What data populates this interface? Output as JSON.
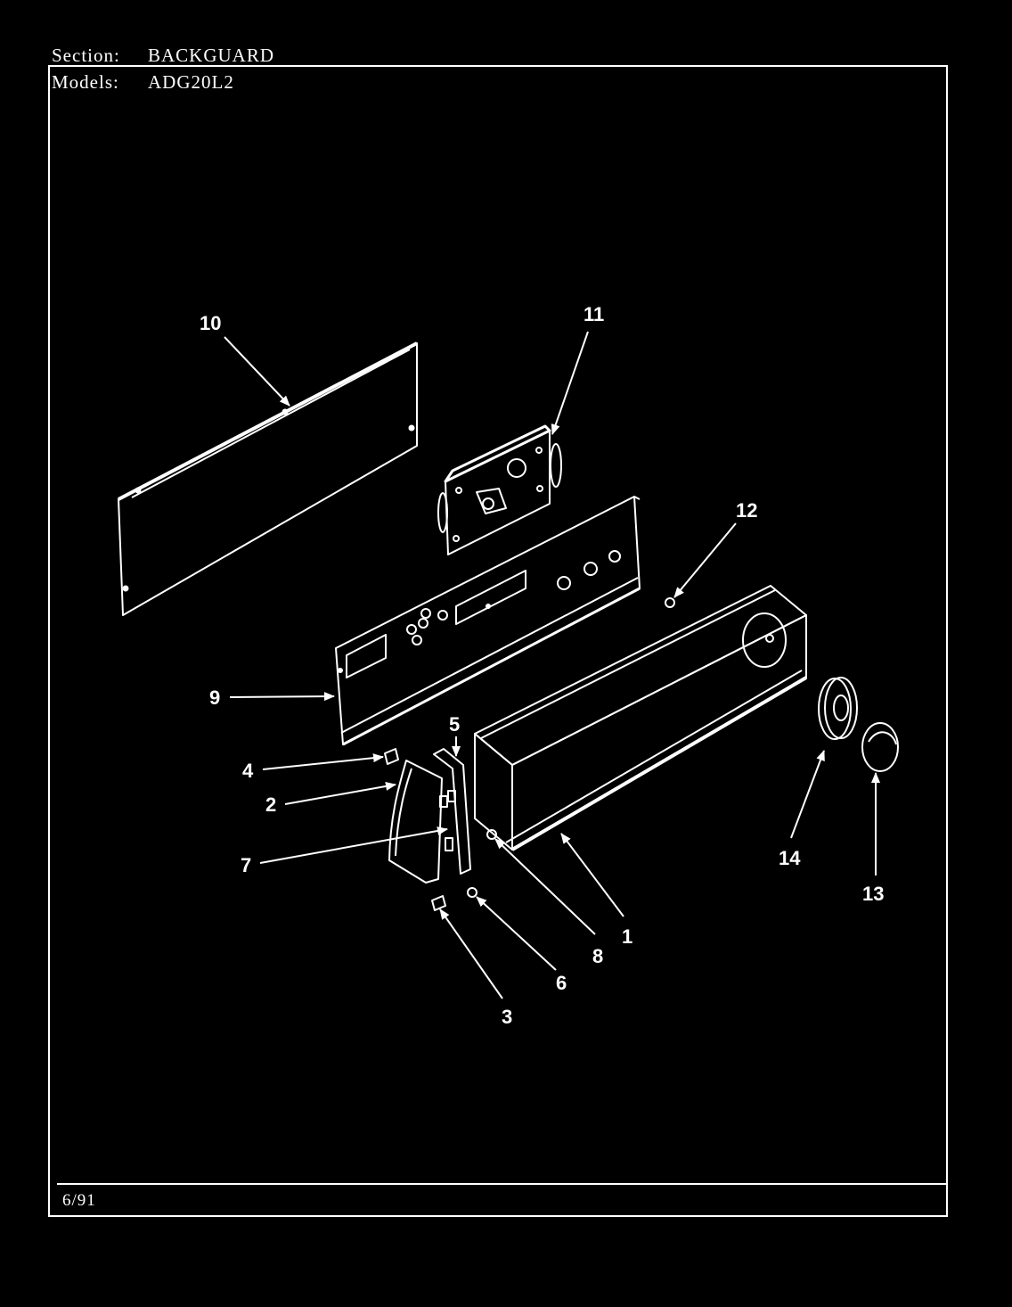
{
  "header": {
    "section_label": "Section:",
    "section_value": "BACKGUARD",
    "models_label": "Models:",
    "models_value": "ADG20L2"
  },
  "footer": {
    "date": "6/91"
  },
  "callouts": [
    "1",
    "2",
    "3",
    "4",
    "5",
    "6",
    "7",
    "8",
    "9",
    "10",
    "11",
    "12",
    "13",
    "14"
  ]
}
